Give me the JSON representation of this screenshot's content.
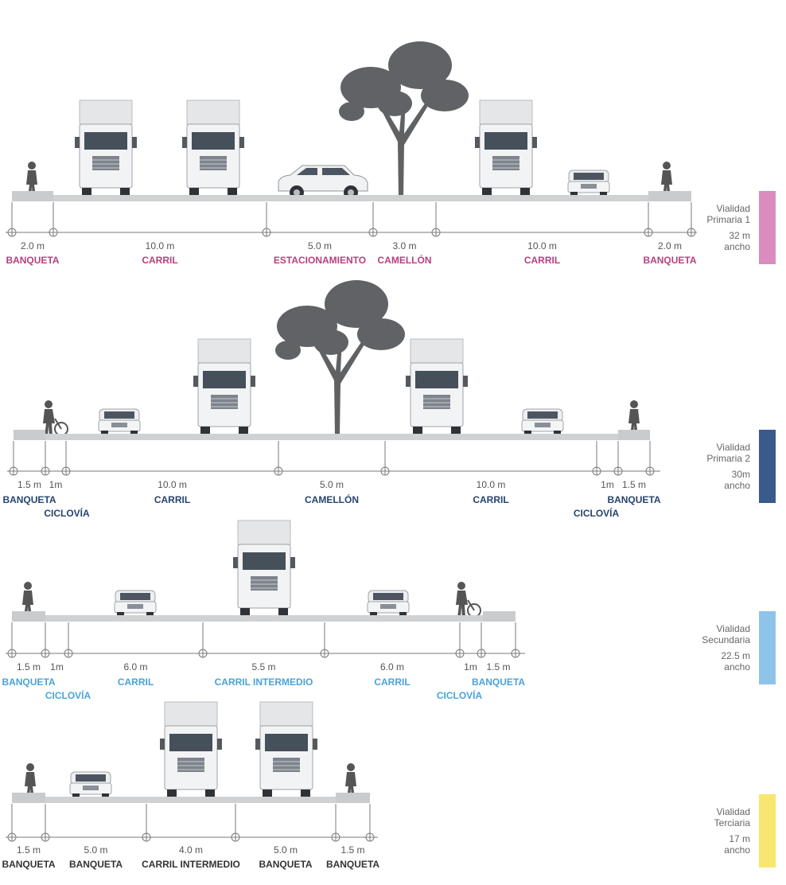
{
  "sections": [
    {
      "name": "Vialidad Primaria 1",
      "title_lines": [
        "Vialidad",
        "Primaria 1"
      ],
      "width_lines": [
        "32 m",
        "ancho"
      ],
      "color": "#d98cbd",
      "segments": [
        {
          "dim": "2.0 m",
          "label": "BANQUETA"
        },
        {
          "dim": "10.0 m",
          "label": "CARRIL"
        },
        {
          "dim": "5.0 m",
          "label": "ESTACIONAMIENTO"
        },
        {
          "dim": "3.0 m",
          "label": "CAMELLÓN"
        },
        {
          "dim": "10.0 m",
          "label": "CARRIL"
        },
        {
          "dim": "2.0 m",
          "label": "BANQUETA"
        }
      ]
    },
    {
      "name": "Vialidad Primaria 2",
      "title_lines": [
        "Vialidad",
        "Primaria 2"
      ],
      "width_lines": [
        "30m",
        "ancho"
      ],
      "color": "#3a5a8c",
      "segments": [
        {
          "dim": "1.5 m",
          "label": "BANQUETA"
        },
        {
          "dim": "1m",
          "label": "CICLOVÍA"
        },
        {
          "dim": "10.0 m",
          "label": "CARRIL"
        },
        {
          "dim": "5.0 m",
          "label": "CAMELLÓN"
        },
        {
          "dim": "10.0 m",
          "label": "CARRIL"
        },
        {
          "dim": "1m",
          "label": "CICLOVÍA"
        },
        {
          "dim": "1.5 m",
          "label": "BANQUETA"
        }
      ]
    },
    {
      "name": "Vialidad Secundaria",
      "title_lines": [
        "Vialidad",
        "Secundaria"
      ],
      "width_lines": [
        "22.5 m",
        "ancho"
      ],
      "color": "#8ec3ea",
      "segments": [
        {
          "dim": "1.5 m",
          "label": "BANQUETA"
        },
        {
          "dim": "1m",
          "label": "CICLOVÍA"
        },
        {
          "dim": "6.0 m",
          "label": "CARRIL"
        },
        {
          "dim": "5.5 m",
          "label": "CARRIL INTERMEDIO"
        },
        {
          "dim": "6.0 m",
          "label": "CARRIL"
        },
        {
          "dim": "1m",
          "label": "CICLOVÍA"
        },
        {
          "dim": "1.5 m",
          "label": "BANQUETA"
        }
      ]
    },
    {
      "name": "Vialidad Terciaria",
      "title_lines": [
        "Vialidad",
        "Terciaria"
      ],
      "width_lines": [
        "17 m",
        "ancho"
      ],
      "color": "#f7e66f",
      "segments": [
        {
          "dim": "1.5 m",
          "label": "BANQUETA"
        },
        {
          "dim": "5.0 m",
          "label": "BANQUETA"
        },
        {
          "dim": "4.0 m",
          "label": "CARRIL INTERMEDIO"
        },
        {
          "dim": "5.0 m",
          "label": "BANQUETA"
        },
        {
          "dim": "1.5 m",
          "label": "BANQUETA"
        }
      ]
    }
  ],
  "label_colors": [
    "#b5417e",
    "#26446f",
    "#4aa3d9",
    "#333333"
  ]
}
